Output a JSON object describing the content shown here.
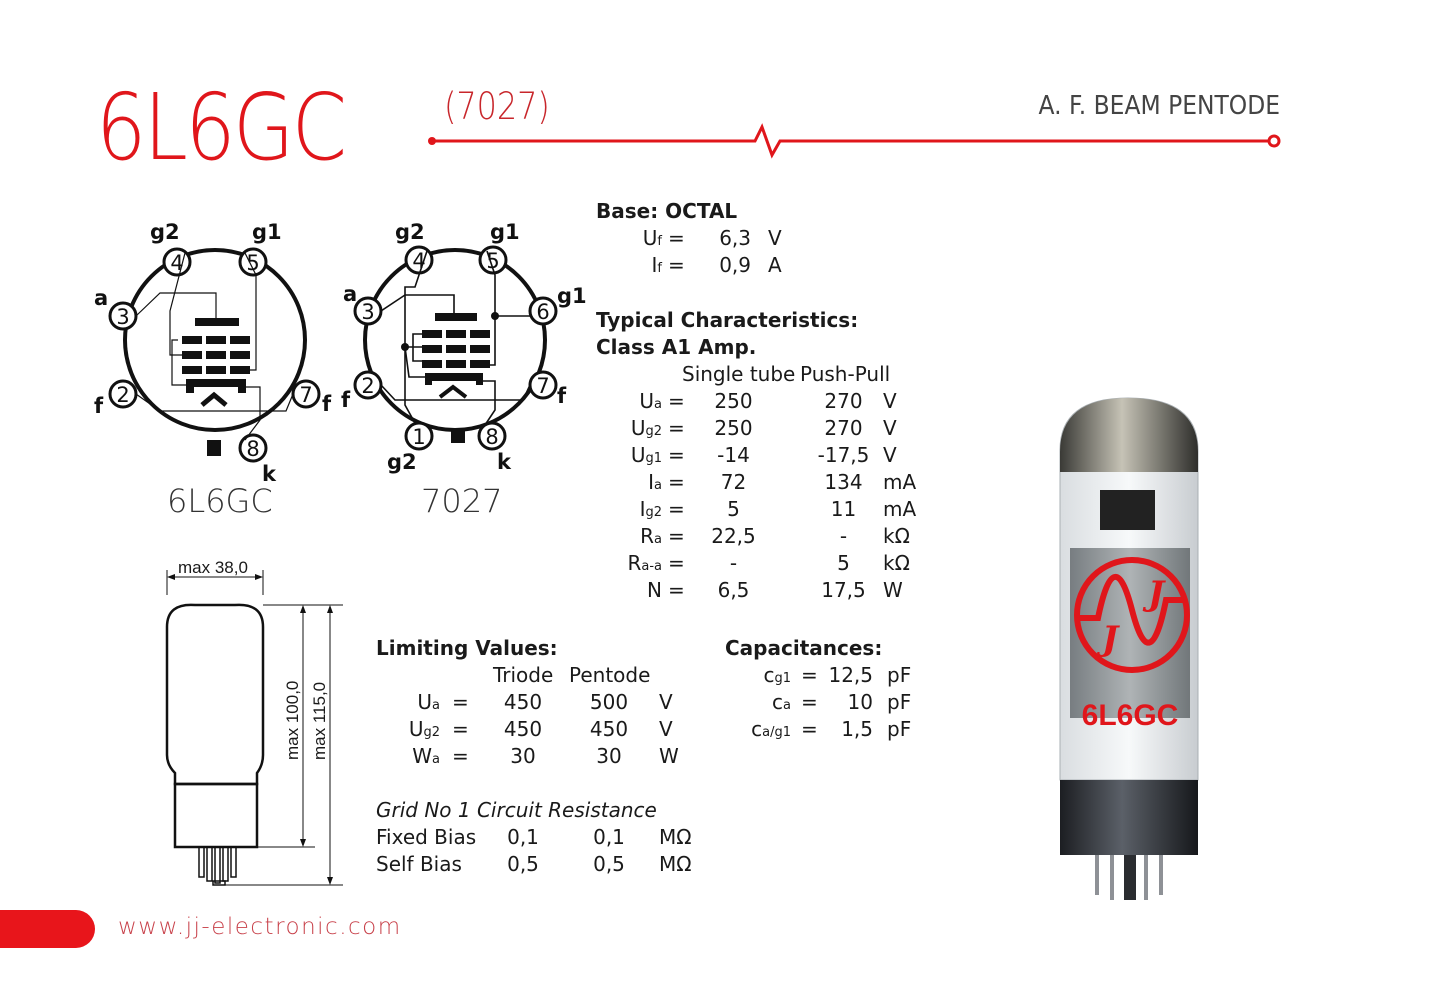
{
  "header": {
    "title": "6L6GC",
    "alt_type": "(7027)",
    "tube_type": "A. F. BEAM PENTODE",
    "accent_color": "#e0161b"
  },
  "diagrams": {
    "left": {
      "label": "6L6GC",
      "pins": [
        {
          "num": "4",
          "name": "g2"
        },
        {
          "num": "5",
          "name": "g1"
        },
        {
          "num": "3",
          "name": "a"
        },
        {
          "num": "2",
          "name": "f"
        },
        {
          "num": "7",
          "name": "f"
        },
        {
          "num": "8",
          "name": "k"
        }
      ]
    },
    "right": {
      "label": "7027",
      "pins": [
        {
          "num": "4",
          "name": "g2"
        },
        {
          "num": "5",
          "name": "g1"
        },
        {
          "num": "3",
          "name": "a"
        },
        {
          "num": "6",
          "name": "g1"
        },
        {
          "num": "2",
          "name": "f"
        },
        {
          "num": "7",
          "name": "f"
        },
        {
          "num": "1",
          "name": "g2"
        },
        {
          "num": "8",
          "name": "k"
        }
      ]
    }
  },
  "dimensions": {
    "width": "max 38,0",
    "height_body": "max 100,0",
    "height_total": "max 115,0"
  },
  "base": {
    "heading": "Base: OCTAL",
    "rows": [
      {
        "sym": "U",
        "sub": "f",
        "eq": "=",
        "val": "6,3",
        "unit": "V"
      },
      {
        "sym": "I",
        "sub": "f",
        "eq": "=",
        "val": "0,9",
        "unit": "A"
      }
    ]
  },
  "typical": {
    "heading1": "Typical Characteristics:",
    "heading2": "Class A1 Amp.",
    "col1": "Single tube",
    "col2": "Push-Pull",
    "rows": [
      {
        "sym": "U",
        "sub": "a",
        "eq": "=",
        "v1": "250",
        "v2": "270",
        "unit": "V"
      },
      {
        "sym": "U",
        "sub": "g2",
        "eq": "=",
        "v1": "250",
        "v2": "270",
        "unit": "V"
      },
      {
        "sym": "U",
        "sub": "g1",
        "eq": "=",
        "v1": "-14",
        "v2": "-17,5",
        "unit": "V"
      },
      {
        "sym": "I",
        "sub": "a",
        "eq": "=",
        "v1": "72",
        "v2": "134",
        "unit": "mA"
      },
      {
        "sym": "I",
        "sub": "g2",
        "eq": "=",
        "v1": "5",
        "v2": "11",
        "unit": "mA"
      },
      {
        "sym": "R",
        "sub": "a",
        "eq": "=",
        "v1": "22,5",
        "v2": "-",
        "unit": "kΩ"
      },
      {
        "sym": "R",
        "sub": "a-a",
        "eq": "=",
        "v1": "-",
        "v2": "5",
        "unit": "kΩ"
      },
      {
        "sym": "N",
        "sub": "",
        "eq": "=",
        "v1": "6,5",
        "v2": "17,5",
        "unit": "W"
      }
    ]
  },
  "limiting": {
    "heading": "Limiting Values:",
    "col1": "Triode",
    "col2": "Pentode",
    "rows": [
      {
        "sym": "U",
        "sub": "a",
        "eq": "=",
        "v1": "450",
        "v2": "500",
        "unit": "V"
      },
      {
        "sym": "U",
        "sub": "g2",
        "eq": "=",
        "v1": "450",
        "v2": "450",
        "unit": "V"
      },
      {
        "sym": "W",
        "sub": "a",
        "eq": "=",
        "v1": "30",
        "v2": "30",
        "unit": "W"
      }
    ]
  },
  "grid_resistance": {
    "heading": "Grid No 1 Circuit Resistance",
    "rows": [
      {
        "label": "Fixed Bias",
        "v1": "0,1",
        "v2": "0,1",
        "unit": "MΩ"
      },
      {
        "label": "Self Bias",
        "v1": "0,5",
        "v2": "0,5",
        "unit": "MΩ"
      }
    ]
  },
  "capacitances": {
    "heading": "Capacitances:",
    "rows": [
      {
        "sym": "c",
        "sub": "g1",
        "eq": "=",
        "val": "12,5",
        "unit": "pF"
      },
      {
        "sym": "c",
        "sub": "a",
        "eq": "=",
        "val": "10",
        "unit": "pF"
      },
      {
        "sym": "c",
        "sub": "a/g1",
        "eq": "=",
        "val": "1,5",
        "unit": "pF"
      }
    ]
  },
  "photo": {
    "logo_text": "J J",
    "tube_marking": "6L6GC"
  },
  "footer": {
    "url": "www.jj-electronic.com"
  }
}
